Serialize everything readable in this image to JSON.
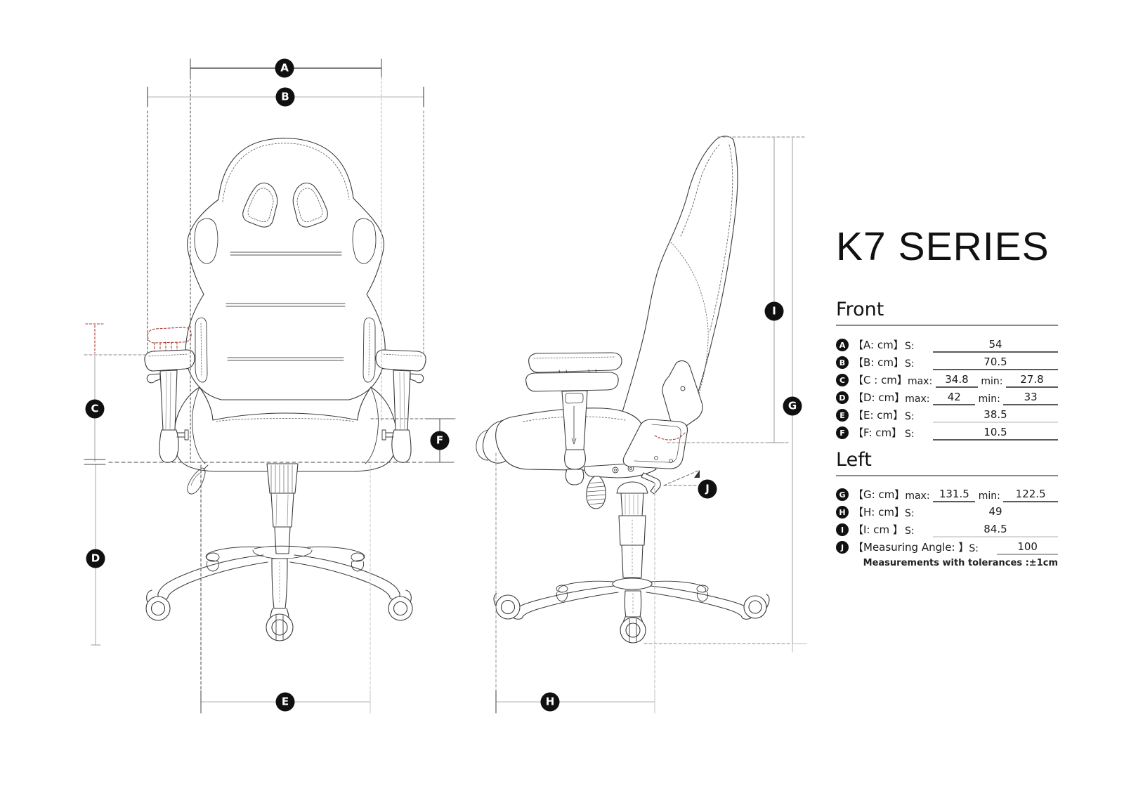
{
  "title": "K7 SERIES",
  "note": "Measurements with tolerances :±1cm",
  "markers": {
    "a": "A",
    "b": "B",
    "c": "C",
    "d": "D",
    "e": "E",
    "f": "F",
    "g": "G",
    "h": "H",
    "i": "I",
    "j": "J"
  },
  "sections": {
    "front": {
      "heading": "Front",
      "rows": {
        "a": {
          "letter": "A",
          "label": "【A: cm】",
          "pre1": "S:",
          "val1": "54"
        },
        "b": {
          "letter": "B",
          "label": "【B: cm】",
          "pre1": "S:",
          "val1": "70.5"
        },
        "c": {
          "letter": "C",
          "label": "【C : cm】",
          "pre1": "max:",
          "val1": "34.8",
          "pre2": "min:",
          "val2": "27.8"
        },
        "d": {
          "letter": "D",
          "label": "【D: cm】",
          "pre1": "max:",
          "val1": "42",
          "pre2": "min:",
          "val2": "33"
        },
        "e": {
          "letter": "E",
          "label": "【E: cm】",
          "pre1": "S:",
          "val1": "38.5"
        },
        "f": {
          "letter": "F",
          "label": "【F: cm】",
          "pre1": "S:",
          "val1": "10.5"
        }
      }
    },
    "left": {
      "heading": "Left",
      "rows": {
        "g": {
          "letter": "G",
          "label": "【G: cm】",
          "pre1": "max:",
          "val1": "131.5",
          "pre2": "min:",
          "val2": "122.5"
        },
        "h": {
          "letter": "H",
          "label": "【H: cm】",
          "pre1": "S:",
          "val1": "49"
        },
        "i": {
          "letter": "I",
          "label": "【I: cm 】",
          "pre1": "S:",
          "val1": "84.5"
        },
        "j": {
          "letter": "J",
          "label": "【Measuring Angle: 】",
          "pre1": "S:",
          "val1": "100"
        }
      }
    }
  }
}
